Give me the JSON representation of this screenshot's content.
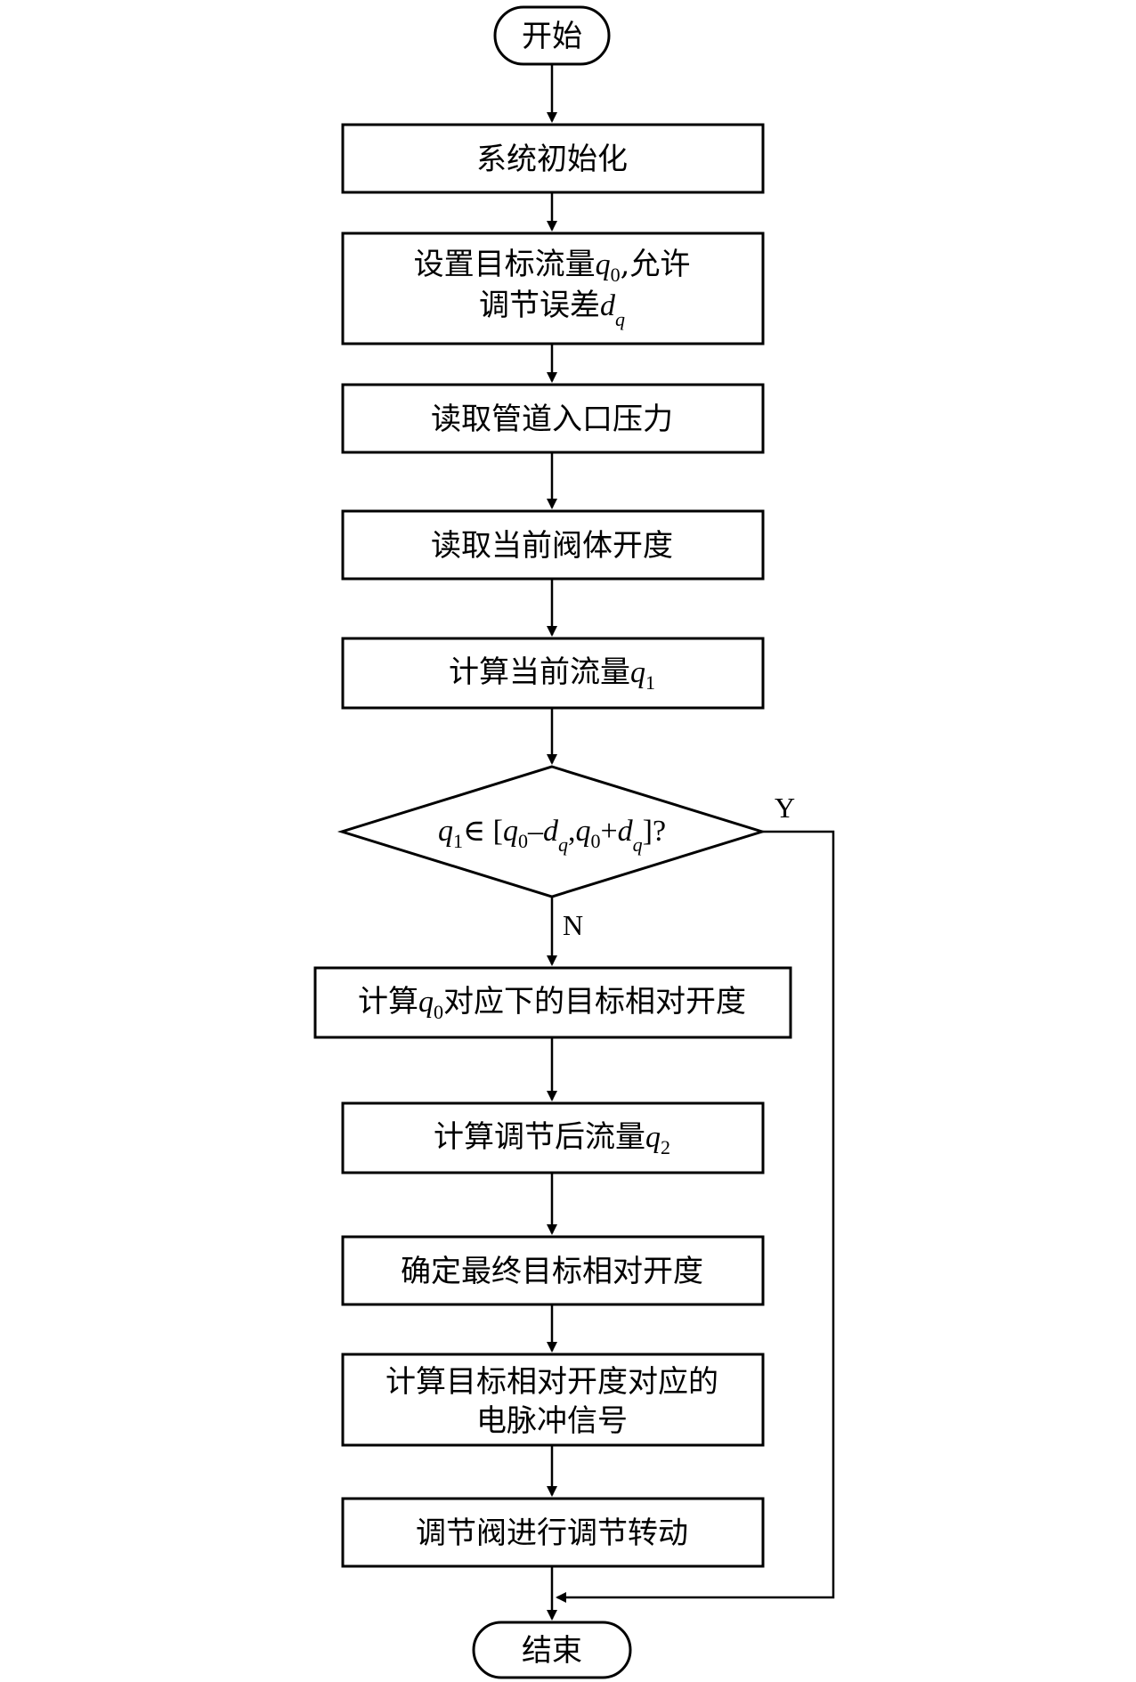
{
  "nodes": {
    "start": "开始",
    "init": "系统初始化",
    "set_target_prefix": "设置目标流量",
    "set_target_sym": "q",
    "set_target_sub": "0",
    "set_target_mid": ",允许",
    "set_target_line2": "调节误差",
    "set_target_sym2": "d",
    "set_target_sub2": "q",
    "read_pressure": "读取管道入口压力",
    "read_opening": "读取当前阀体开度",
    "calc_flow": "计算当前流量",
    "calc_flow_sym": "q",
    "calc_flow_sub": "1",
    "decision": {
      "q": "q",
      "sub1": "1",
      "in": "∈ [",
      "q0": "q",
      "sub0": "0",
      "minus": "–",
      "d": "d",
      "subq": "q",
      "comma": ",",
      "q0b": "q",
      "sub0b": "0",
      "plus": "+",
      "d2": "d",
      "subq2": "q",
      "end": "]?"
    },
    "calc_target_prefix": "计算",
    "calc_target_sym": "q",
    "calc_target_sub": "0",
    "calc_target_suffix": "对应下的目标相对开度",
    "calc_adjusted": "计算调节后流量",
    "calc_adjusted_sym": "q",
    "calc_adjusted_sub": "2",
    "final_opening": "确定最终目标相对开度",
    "pulse_line1": "计算目标相对开度对应的",
    "pulse_line2": "电脉冲信号",
    "rotate": "调节阀进行调节转动",
    "end": "结束"
  },
  "edges": {
    "yes_label": "Y",
    "no_label": "N"
  }
}
